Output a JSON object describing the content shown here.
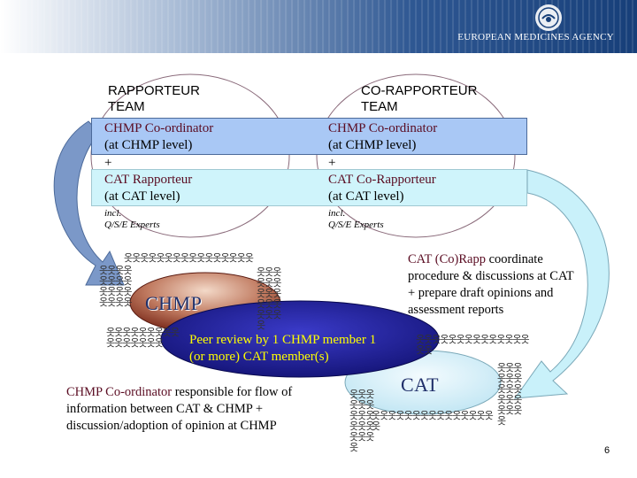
{
  "header": {
    "agency_name": "EUROPEAN MEDICINES AGENCY",
    "colors": {
      "gradient_start": "#ffffff",
      "gradient_end": "#173f79"
    }
  },
  "rapporteur_team": {
    "title_line1": "RAPPORTEUR",
    "title_line2": "TEAM",
    "chmp_role": "CHMP Co-ordinator",
    "chmp_level": "(at CHMP level)",
    "plus": "+",
    "cat_role": "CAT Rapporteur",
    "cat_level": "(at CAT level)",
    "incl_line1": "incl.",
    "incl_line2": "Q/S/E Experts"
  },
  "co_rapporteur_team": {
    "title_line1": "CO-RAPPORTEUR",
    "title_line2": "TEAM",
    "chmp_role": "CHMP Co-ordinator",
    "chmp_level": "(at CHMP level)",
    "plus": "+",
    "cat_role": "CAT Co-Rapporteur",
    "cat_level": "(at CAT level)",
    "incl_line1": "incl.",
    "incl_line2": "Q/S/E Experts"
  },
  "committees": {
    "chmp_label": "CHMP",
    "cat_label": "CAT"
  },
  "peer_review": {
    "line1": "Peer review by 1 CHMP member 1",
    "line2": "(or more) CAT member(s)"
  },
  "cat_note": {
    "bold": "CAT (Co)Rapp",
    "line1_rest": " coordinate",
    "line2": "procedure & discussions at CAT",
    "line3": "+ prepare draft opinions and",
    "line4": "assessment reports"
  },
  "chmp_note": {
    "bold": "CHMP Co-ordinator",
    "line1_rest": " responsible for flow of",
    "line2": "information between CAT & CHMP +",
    "line3": "discussion/adoption of opinion at CHMP"
  },
  "page_number": "6",
  "crowd_glyphs": "옷옷옷옷옷옷옷옷옷옷옷옷옷옷옷옷",
  "colors": {
    "band_blue": "#a9c8f5",
    "band_cyan": "#cff4fb",
    "arrow_blue": "#7b98c8",
    "arrow_cyan": "#c9f1fa",
    "chmp_ellipse": "#8c3a2a",
    "cat_ellipse": "#c7e9f5",
    "peer_ellipse": "#1a1a8c",
    "peer_text": "#ffff00",
    "dark_red_text": "#5a0c22"
  }
}
